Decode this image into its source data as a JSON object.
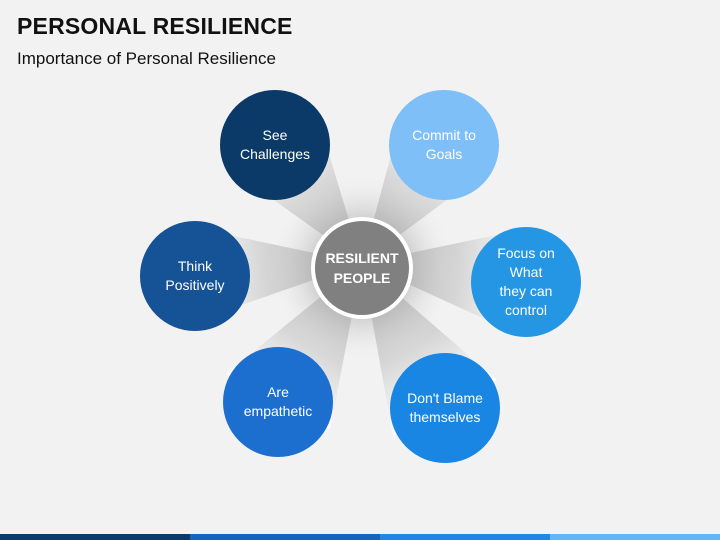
{
  "slide": {
    "title": "PERSONAL RESILIENCE",
    "subtitle": "Importance of Personal Resilience"
  },
  "diagram": {
    "center": {
      "label": "RESILIENT\nPEOPLE",
      "color": "#808080",
      "border": "#ffffff"
    },
    "nodes": [
      {
        "id": "see-challenges",
        "label": "See\nChallenges",
        "color": "#0b3a68"
      },
      {
        "id": "commit-to-goals",
        "label": "Commit to\nGoals",
        "color": "#7fbff8"
      },
      {
        "id": "think-positively",
        "label": "Think\nPositively",
        "color": "#165396"
      },
      {
        "id": "focus-on-control",
        "label": "Focus on\nWhat\nthey can\ncontrol",
        "color": "#2496e3"
      },
      {
        "id": "are-empathetic",
        "label": "Are\nempathetic",
        "color": "#1d6fcf"
      },
      {
        "id": "dont-blame",
        "label": "Don't Blame\nthemselves",
        "color": "#1a86e4"
      }
    ],
    "ray_colors": {
      "outer": "#ffffff",
      "inner": "#9c9c9c"
    }
  },
  "footer": {
    "colors": [
      "#0d3a6b",
      "#1565c0",
      "#1e88e5",
      "#64b5f6"
    ]
  }
}
